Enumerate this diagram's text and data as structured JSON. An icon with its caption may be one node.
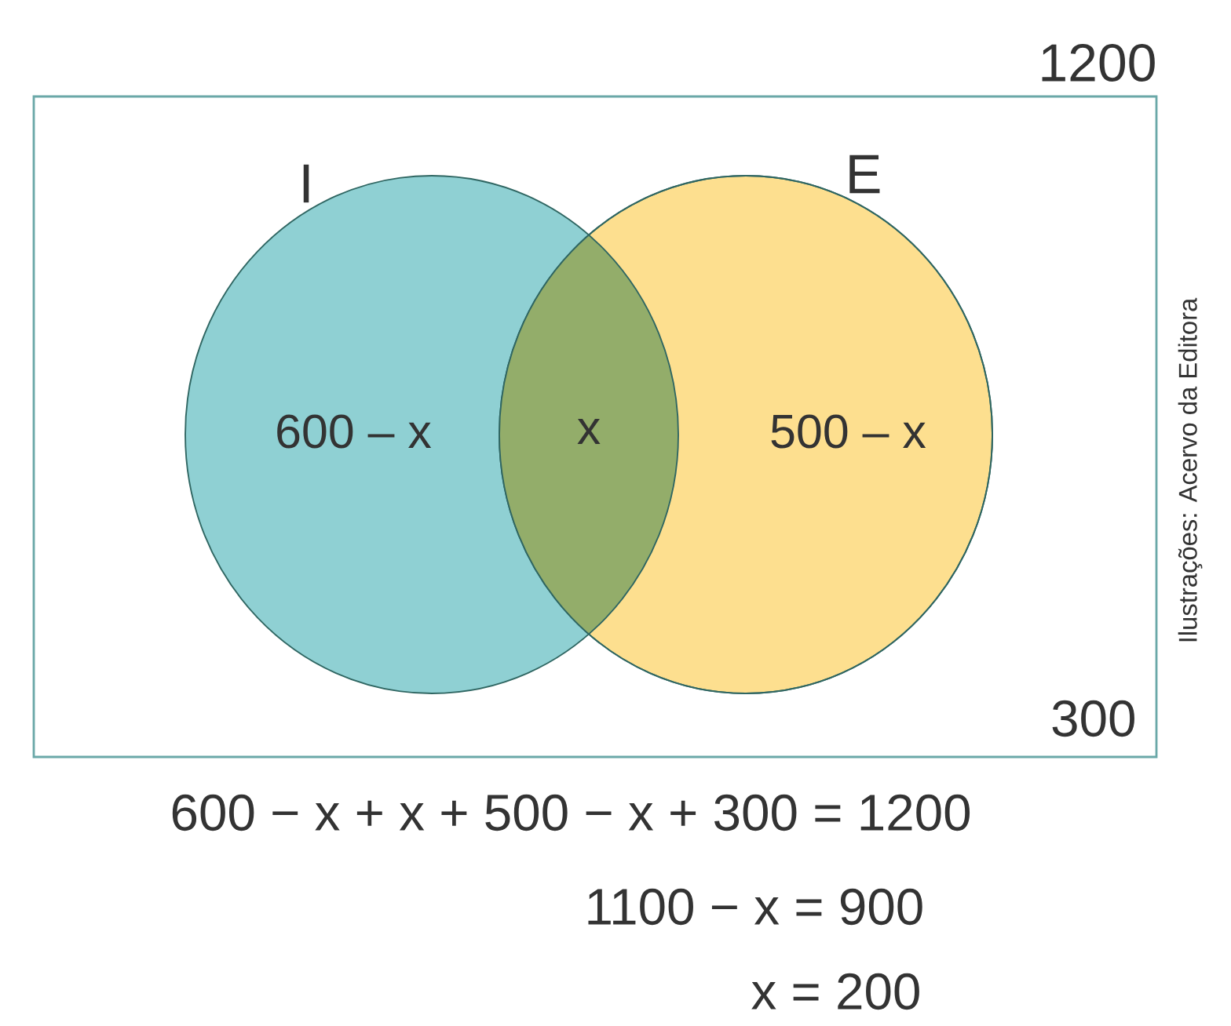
{
  "diagram": {
    "nodes": [
      {
        "text": [
          "1200",
          "300"
        ]
      },
      {
        "text": [
          "I",
          "600 – x"
        ],
        "in": 0
      },
      {
        "text": [
          "E",
          "500 – x"
        ],
        "in": 0
      }
    ],
    "labels": [
      "x",
      "600 − x + x + 500 − x + 300 = 1200",
      "1100 − x = 900",
      "x = 200",
      "Ilustrações: Acervo da Editora"
    ]
  }
}
